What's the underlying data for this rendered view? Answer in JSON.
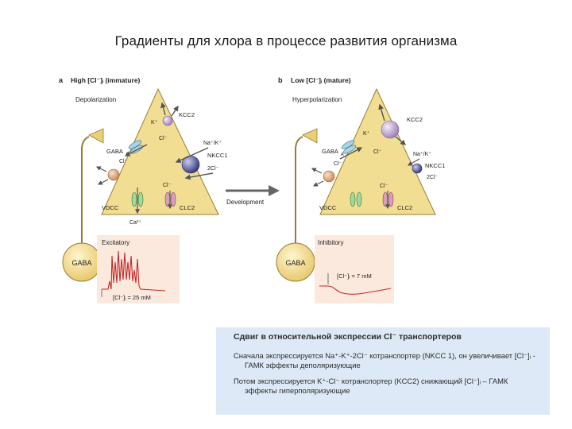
{
  "title": "Градиенты для хлора в процессе развития организма",
  "panel_a": {
    "letter": "a",
    "header": "High [Cl⁻]ᵢ (immature)",
    "state": "Depolarization",
    "k_plus": "K⁺",
    "cl_top": "Cl⁻",
    "kcc2": "KCC2",
    "gaba_a": "GABA",
    "gaba_a_sub": "A",
    "cl_left": "Cl⁻",
    "na_k": "Na⁺/K⁺",
    "nkcc1": "NKCC1",
    "two_cl": "2Cl⁻",
    "cl_bottom": "Cl⁻",
    "vdcc": "VDCC",
    "clc2": "CLC2",
    "ca": "Ca²⁺",
    "gaba_cell": "GABA",
    "trace_label": "Excitatory",
    "conc": "[Cl⁻]ᵢ = 25 mM"
  },
  "panel_b": {
    "letter": "b",
    "header": "Low [Cl⁻]ᵢ (mature)",
    "state": "Hyperpolarization",
    "k_plus": "K⁺",
    "cl_top": "Cl⁻",
    "kcc2": "KCC2",
    "gaba_a": "GABA",
    "gaba_a_sub": "A",
    "cl_left": "Cl⁻",
    "na_k": "Na⁺/K⁺",
    "nkcc1": "NKCC1",
    "two_cl": "2Cl⁻",
    "cl_bottom": "Cl⁻",
    "vdcc": "VDCC",
    "clc2": "CLC2",
    "gaba_cell": "GABA",
    "trace_label": "Inhibitory",
    "conc": "[Cl⁻]ᵢ = 7 mM"
  },
  "development_label": "Development",
  "summary": {
    "heading": "Сдвиг в относительной экспрессии Cl⁻ транспортеров",
    "p1": "Сначала экспрессируется Na⁺-K⁺-2Cl⁻ котранспортер (NKCC 1), он увеличивает [Cl⁻]ᵢ - ГАМК эффекты деполяризующие",
    "p2": "Потом экспрессируется K⁺-Cl⁻ котранспортер (KCC2) снижающий [Cl⁻]ᵢ – ГАМК эффекты гиперполяризующие"
  },
  "colors": {
    "neuron_fill": "#f1de93",
    "neuron_stroke": "#9b7a36",
    "arrow": "#555555",
    "kcc2": "#c9b2dc",
    "nkcc1": "#5a5fa0",
    "trace_bg": "#fbe9dd",
    "spike": "#c62828",
    "box_bg": "#dde9f6"
  }
}
